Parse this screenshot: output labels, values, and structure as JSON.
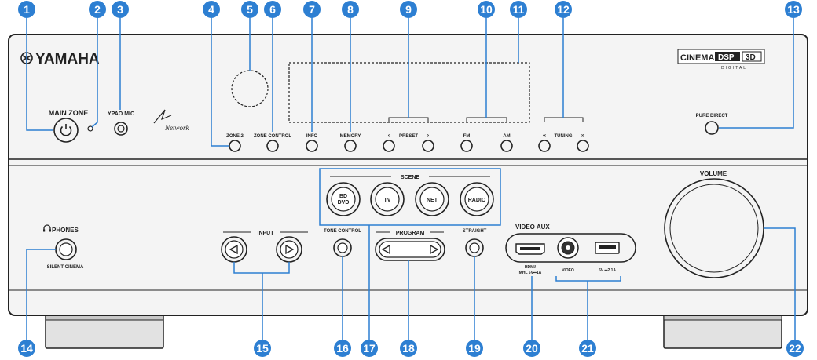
{
  "brand": "YAMAHA",
  "cinema_logo": {
    "text_a": "CINEMA",
    "text_b": "DSP",
    "text_c": "3D",
    "text_d": "DIGITAL"
  },
  "network_logo": "Network",
  "labels": {
    "main_zone": "MAIN ZONE",
    "ypao_mic": "YPAO MIC",
    "zone2": "ZONE 2",
    "zone_control": "ZONE CONTROL",
    "info": "INFO",
    "memory": "MEMORY",
    "preset": "PRESET",
    "fm": "FM",
    "am": "AM",
    "tuning": "TUNING",
    "pure_direct": "PURE DIRECT",
    "scene": "SCENE",
    "volume": "VOLUME",
    "phones": "PHONES",
    "silent_cinema": "SILENT CINEMA",
    "input": "INPUT",
    "tone_control": "TONE CONTROL",
    "program": "PROGRAM",
    "straight": "STRAIGHT",
    "video_aux": "VIDEO AUX",
    "hdmi_mhl": "HDMI/\nMHL 5V⎓1A",
    "hdmi_line1": "HDMI/",
    "hdmi_line2": "MHL 5V⎓1A",
    "video": "VIDEO",
    "usb_rating": "5V ⎓2.1A",
    "scene_bd_line1": "BD",
    "scene_bd_line2": "DVD",
    "scene_tv": "TV",
    "scene_net": "NET",
    "scene_radio": "RADIO",
    "preset_left": "‹",
    "preset_right": "›",
    "tuning_left": "«",
    "tuning_right": "»"
  },
  "callouts": [
    "1",
    "2",
    "3",
    "4",
    "5",
    "6",
    "7",
    "8",
    "9",
    "10",
    "11",
    "12",
    "13",
    "14",
    "15",
    "16",
    "17",
    "18",
    "19",
    "20",
    "21",
    "22"
  ],
  "colors": {
    "callout": "#2d7fd2",
    "panel": "#f4f4f4",
    "stroke": "#222222",
    "feet": "#e2e2e2"
  }
}
